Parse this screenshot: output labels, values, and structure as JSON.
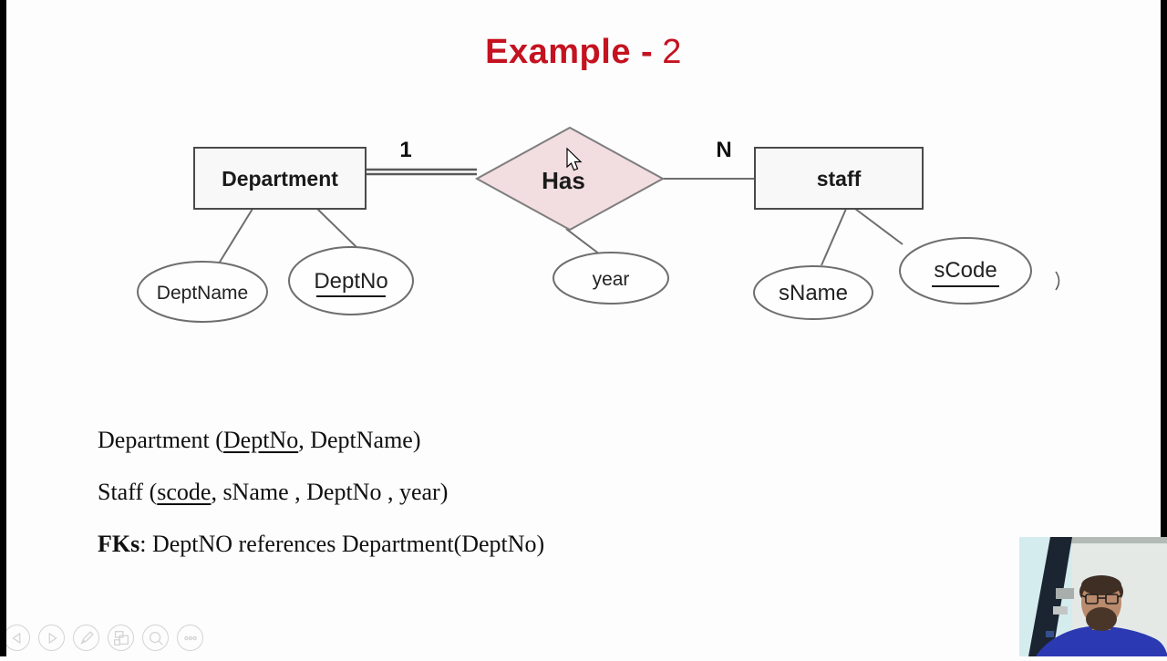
{
  "title": {
    "main": "Example -",
    "number": "2"
  },
  "diagram": {
    "department_label": "Department",
    "staff_label": "staff",
    "relationship_label": "Has",
    "cardinality_left": "1",
    "cardinality_right": "N",
    "attr_deptname": "DeptName",
    "attr_deptno": "DeptNo",
    "attr_year": "year",
    "attr_sname": "sName",
    "attr_scode": "sCode"
  },
  "schema": {
    "line1": {
      "pre": "Department (",
      "underlined": "DeptNo",
      "post": ", DeptName)"
    },
    "line2": {
      "pre": "Staff (",
      "underlined": "scode",
      "post": ", sName , DeptNo , year)"
    },
    "line3": {
      "bold": "FKs",
      "post": ": DeptNO references Department(DeptNo)"
    }
  },
  "presenter_controls": {
    "items": [
      "previous-icon",
      "next-icon",
      "pen-icon",
      "see-all-slides-icon",
      "zoom-icon",
      "more-options-icon"
    ]
  },
  "colors": {
    "title_red": "#c41220",
    "diamond_fill": "#f2dde1",
    "diamond_stroke": "#7d7d7d",
    "entity_fill": "#f8f8f8",
    "entity_stroke": "#4a4a4a",
    "connector": "#6e6e6e",
    "control_gray": "#d4d4d4",
    "shirt_blue": "#2b3ab2",
    "skin": "#b98a6c",
    "hair": "#3f2e24"
  }
}
